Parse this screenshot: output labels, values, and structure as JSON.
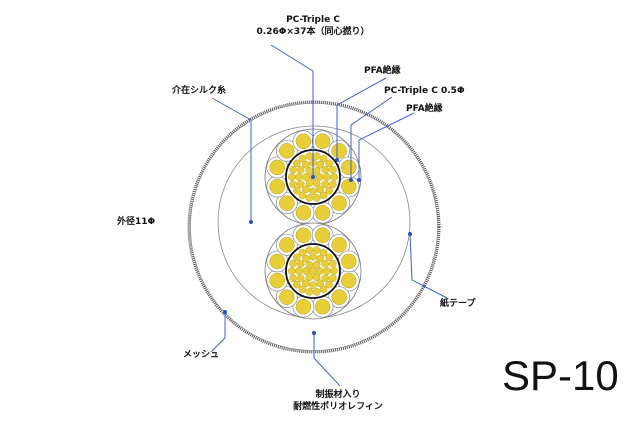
{
  "labels": {
    "conductor_line1": "PC-Triple C",
    "conductor_line2": "0.26Φ×37本（同心撚り）",
    "silk": "介在シルク糸",
    "pfa1": "PFA絶縁",
    "wire05": "PC-Triple C 0.5Φ",
    "pfa2": "PFA絶縁",
    "outer_diameter": "外径11Φ",
    "paper_tape": "紙テープ",
    "mesh": "メッシュ",
    "jacket_line1": "制振材入り",
    "jacket_line2": "耐燃性ポリオレフィン"
  },
  "model": "SP-10",
  "colors": {
    "conductor": "#e8cf3a",
    "leader": "#3b63d6",
    "outline": "#666666"
  }
}
